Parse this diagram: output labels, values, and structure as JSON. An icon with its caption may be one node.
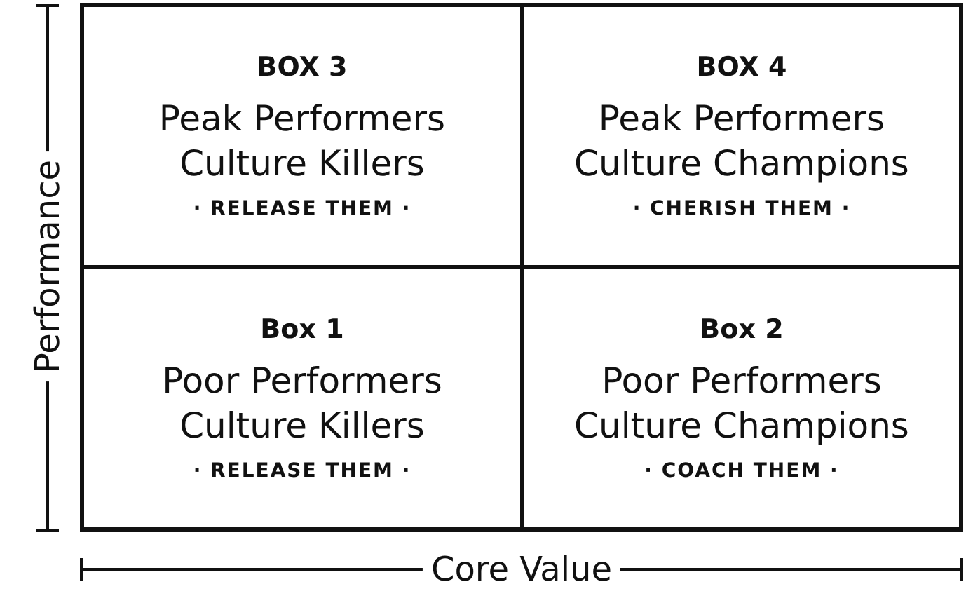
{
  "diagram": {
    "nodes": [
      {
        "text": [
          "BOX 3",
          "Peak Performers",
          "Culture Killers",
          "· RELEASE THEM ·"
        ]
      },
      {
        "text": [
          "BOX 4",
          "Peak Performers",
          "Culture Champions",
          "· CHERISH THEM ·"
        ]
      },
      {
        "text": [
          "Box 1",
          "Poor Performers",
          "Culture Killers",
          "· RELEASE THEM ·"
        ]
      },
      {
        "text": [
          "Box 2",
          "Poor Performers",
          "Culture Champions",
          "· COACH THEM ·"
        ]
      }
    ],
    "labels": [
      "Performance",
      "Core Value"
    ]
  }
}
